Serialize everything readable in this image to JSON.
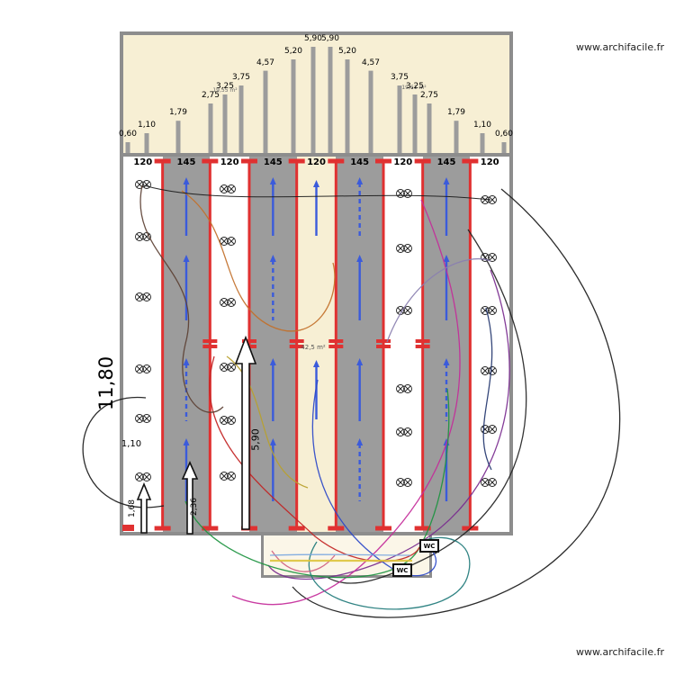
{
  "site": {
    "watermark_top": "www.archifacile.fr",
    "watermark_bottom": "www.archifacile.fr"
  },
  "plan": {
    "overall_height_label": "11,80",
    "inner_width_label": "1,10",
    "center_area_label": "42,5 m²",
    "roof_area_left_label": "19,55 m²",
    "roof_area_right_label": "19,61 m²",
    "roof_bar_labels": [
      "0,60",
      "1,10",
      "1,79",
      "2,75",
      "3,25",
      "3,75",
      "4,57",
      "5,20",
      "5,90",
      "5,90",
      "5,20",
      "4,57",
      "3,75",
      "3,25",
      "2,75",
      "1,79",
      "1,10",
      "0,60"
    ],
    "roof_bar_heights_m": [
      0.6,
      1.1,
      1.79,
      2.75,
      3.25,
      3.75,
      4.57,
      5.2,
      5.9,
      5.9,
      5.2,
      4.57,
      3.75,
      3.25,
      2.75,
      1.79,
      1.1,
      0.6
    ],
    "column_width_labels": [
      "120",
      "145",
      "120",
      "145",
      "120",
      "145",
      "120",
      "145",
      "120"
    ],
    "arrow_labels": [
      "1,68",
      "2,36",
      "5,90"
    ],
    "wc_labels": [
      "WC",
      "WC"
    ]
  },
  "colors": {
    "beige": "#f7efd4",
    "gray_strip": "#9c9c9c",
    "border_gray": "#8d8d8d",
    "rail_red": "#e03131",
    "conveyor_blue": "#3b5bdb",
    "bar_gray": "#9c9c9c",
    "wire_palette": [
      "#1a1a1a",
      "#5c4033",
      "#c2702a",
      "#c22222",
      "#2a46c8",
      "#1d9440",
      "#7a2b8f",
      "#c42b9a",
      "#1f7a7a",
      "#b8a12c",
      "#8a7fb0",
      "#222222",
      "#d06080",
      "#23366e",
      "#7aa7e0",
      "#ddc43f"
    ]
  }
}
